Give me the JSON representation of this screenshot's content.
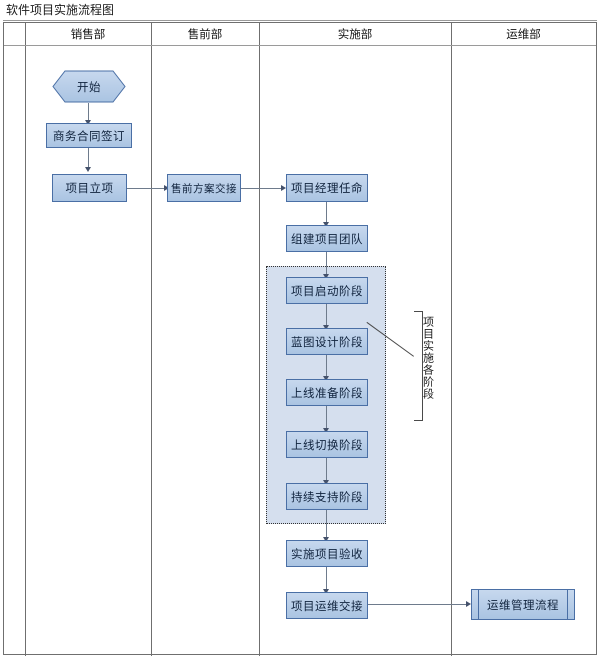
{
  "document": {
    "title": "软件项目实施流程图"
  },
  "lanes": [
    {
      "id": "spacer",
      "label": ""
    },
    {
      "id": "sales",
      "label": "销售部"
    },
    {
      "id": "presales",
      "label": "售前部"
    },
    {
      "id": "implementation",
      "label": "实施部"
    },
    {
      "id": "operations",
      "label": "运维部"
    }
  ],
  "nodes": {
    "start": {
      "label": "开始",
      "shape": "hexagon",
      "lane": "销售部"
    },
    "contract": {
      "label": "商务合同签订",
      "shape": "process",
      "lane": "销售部"
    },
    "project_setup": {
      "label": "项目立项",
      "shape": "process",
      "lane": "销售部"
    },
    "presales_handover": {
      "label": "售前方案交接",
      "shape": "process",
      "lane": "售前部"
    },
    "pm_appointment": {
      "label": "项目经理任命",
      "shape": "process",
      "lane": "实施部"
    },
    "team_build": {
      "label": "组建项目团队",
      "shape": "process",
      "lane": "实施部"
    },
    "phase_kickoff": {
      "label": "项目启动阶段",
      "shape": "process",
      "lane": "实施部"
    },
    "phase_blueprint": {
      "label": "蓝图设计阶段",
      "shape": "process",
      "lane": "实施部"
    },
    "phase_prep": {
      "label": "上线准备阶段",
      "shape": "process",
      "lane": "实施部"
    },
    "phase_cutover": {
      "label": "上线切换阶段",
      "shape": "process",
      "lane": "实施部"
    },
    "phase_support": {
      "label": "持续支持阶段",
      "shape": "process",
      "lane": "实施部"
    },
    "acceptance": {
      "label": "实施项目验收",
      "shape": "process",
      "lane": "实施部"
    },
    "ops_handover": {
      "label": "项目运维交接",
      "shape": "process",
      "lane": "实施部"
    },
    "ops_process": {
      "label": "运维管理流程",
      "shape": "predefined-process",
      "lane": "运维部"
    }
  },
  "annotation": {
    "phase_group_label": "项目实施各阶段"
  },
  "colors": {
    "node_fill_top": "#c7d8ee",
    "node_fill_bottom": "#aac4e2",
    "node_border": "#4a6fa5",
    "group_fill": "#d5dfee",
    "group_border": "#333333",
    "connector": "#6e7b8c",
    "lane_border": "#6f6f6f",
    "text": "#10233d"
  }
}
